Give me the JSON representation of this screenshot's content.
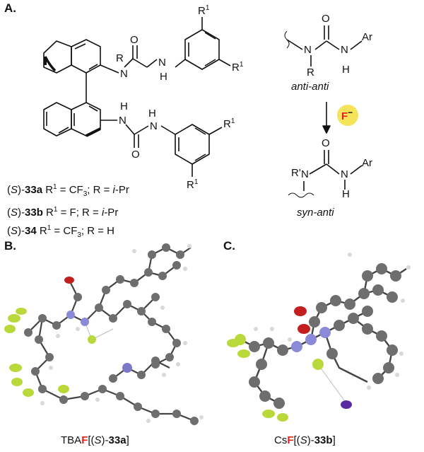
{
  "panel_a": {
    "label": "A.",
    "atoms": {
      "R1": "R",
      "R1_sup": "1",
      "R": "R",
      "Rp": "R'",
      "N": "N",
      "H": "H",
      "O": "O",
      "Ar": "Ar",
      "F": "F"
    },
    "compounds": [
      {
        "prefix": "(",
        "stereo": "S",
        "mid": ")-",
        "id": "33a",
        "text_r1": " R",
        "sup": "1",
        "text": " = CF",
        "sub": "3",
        "tail": "; R = ",
        "tail_ital": "i",
        "tail_end": "-Pr"
      },
      {
        "prefix": "(",
        "stereo": "S",
        "mid": ")-",
        "id": "33b",
        "text_r1": " R",
        "sup": "1",
        "text": " = F",
        "sub": "",
        "tail": "; R = ",
        "tail_ital": "i",
        "tail_end": "-Pr"
      },
      {
        "prefix": "(",
        "stereo": "S",
        "mid": ")-",
        "id": "34",
        "text_r1": " R",
        "sup": "1",
        "text": " = CF",
        "sub": "3",
        "tail": "; R = H",
        "tail_ital": "",
        "tail_end": ""
      }
    ],
    "conformer_top": "anti-anti",
    "conformer_bottom": "syn-anti",
    "fluoride_label": "F",
    "fluoride_charge": "−"
  },
  "panel_b": {
    "label": "B.",
    "caption_prefix": "TBA",
    "caption_f": "F",
    "caption_open": "[(",
    "caption_s": "S",
    "caption_close": ")-",
    "caption_id": "33a",
    "caption_end": "]"
  },
  "panel_c": {
    "label": "C.",
    "caption_prefix": "Cs",
    "caption_f": "F",
    "caption_open": "[(",
    "caption_s": "S",
    "caption_close": ")-",
    "caption_id": "33b",
    "caption_end": "]"
  },
  "colors": {
    "carbon": "#6e6e6e",
    "hydrogen": "#d8d8d8",
    "oxygen": "#c41e1e",
    "nitrogen": "#8a8ad8",
    "fluorine": "#b9d93a",
    "cesium": "#5a2aa0",
    "fluoride_glow": "#f5e35a",
    "fluoride_red": "#e02020"
  }
}
